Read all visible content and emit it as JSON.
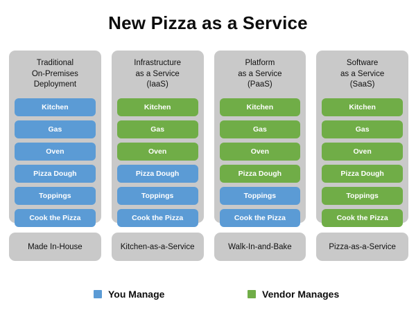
{
  "title": "New Pizza as a Service",
  "colors": {
    "you_manage": "#5B9BD5",
    "vendor_manages": "#70AD47",
    "panel_gray": "#C9C9C9",
    "background": "#FFFFFF",
    "text": "#0D0D0D"
  },
  "legend": {
    "you": {
      "label": "You Manage",
      "color": "#5B9BD5",
      "swatch_name": "blue-swatch"
    },
    "vendor": {
      "label": "Vendor Manages",
      "color": "#70AD47",
      "swatch_name": "green-swatch"
    }
  },
  "items": [
    "Kitchen",
    "Gas",
    "Oven",
    "Pizza Dough",
    "Toppings",
    "Cook the Pizza"
  ],
  "columns": [
    {
      "header_lines": [
        "Traditional",
        "On-Premises",
        "Deployment"
      ],
      "caption": "Made In-House",
      "rows": [
        {
          "label": "Kitchen",
          "owner": "you"
        },
        {
          "label": "Gas",
          "owner": "you"
        },
        {
          "label": "Oven",
          "owner": "you"
        },
        {
          "label": "Pizza Dough",
          "owner": "you"
        },
        {
          "label": "Toppings",
          "owner": "you"
        },
        {
          "label": "Cook the Pizza",
          "owner": "you"
        }
      ]
    },
    {
      "header_lines": [
        "Infrastructure",
        "as a Service",
        "(IaaS)"
      ],
      "caption": "Kitchen-as-a-Service",
      "rows": [
        {
          "label": "Kitchen",
          "owner": "vendor"
        },
        {
          "label": "Gas",
          "owner": "vendor"
        },
        {
          "label": "Oven",
          "owner": "vendor"
        },
        {
          "label": "Pizza Dough",
          "owner": "you"
        },
        {
          "label": "Toppings",
          "owner": "you"
        },
        {
          "label": "Cook the Pizza",
          "owner": "you"
        }
      ]
    },
    {
      "header_lines": [
        "Platform",
        "as a Service",
        "(PaaS)"
      ],
      "caption": "Walk-In-and-Bake",
      "rows": [
        {
          "label": "Kitchen",
          "owner": "vendor"
        },
        {
          "label": "Gas",
          "owner": "vendor"
        },
        {
          "label": "Oven",
          "owner": "vendor"
        },
        {
          "label": "Pizza Dough",
          "owner": "vendor"
        },
        {
          "label": "Toppings",
          "owner": "you"
        },
        {
          "label": "Cook the Pizza",
          "owner": "you"
        }
      ]
    },
    {
      "header_lines": [
        "Software",
        "as a Service",
        "(SaaS)"
      ],
      "caption": "Pizza-as-a-Service",
      "rows": [
        {
          "label": "Kitchen",
          "owner": "vendor"
        },
        {
          "label": "Gas",
          "owner": "vendor"
        },
        {
          "label": "Oven",
          "owner": "vendor"
        },
        {
          "label": "Pizza Dough",
          "owner": "vendor"
        },
        {
          "label": "Toppings",
          "owner": "vendor"
        },
        {
          "label": "Cook the Pizza",
          "owner": "vendor"
        }
      ]
    }
  ]
}
